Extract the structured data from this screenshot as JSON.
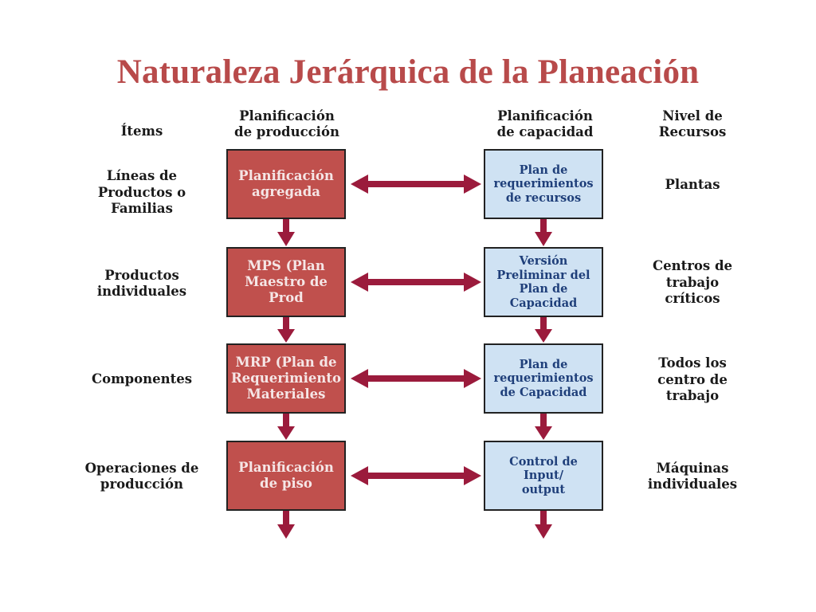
{
  "title": "Naturaleza Jerárquica de la Planeación",
  "headers": {
    "items": "Ítems",
    "production": "Planificación\nde producción",
    "capacity": "Planificación\nde capacidad",
    "resources": "Nivel de\nRecursos"
  },
  "rows": [
    {
      "item": "Líneas de\nProductos o\nFamilias",
      "production": "Planificación\nagregada",
      "capacity": "Plan de\nrequerimientos\nde recursos",
      "resource": "Plantas"
    },
    {
      "item": "Productos\nindividuales",
      "production": "MPS (Plan\nMaestro de\nProd",
      "capacity": "Versión\nPreliminar del\nPlan de\nCapacidad",
      "resource": "Centros de\ntrabajo\ncríticos"
    },
    {
      "item": "Componentes",
      "production": "MRP (Plan de\nRequerimiento\nMateriales",
      "capacity": "Plan de\nrequerimientos\nde Capacidad",
      "resource": "Todos los\ncentro de\ntrabajo"
    },
    {
      "item": "Operaciones de\nproducción",
      "production": "Planificación\nde piso",
      "capacity": "Control de\nInput/\noutput",
      "resource": "Máquinas\nindividuales"
    }
  ],
  "colors": {
    "title": "#b84a4a",
    "production_box": "#c0504d",
    "capacity_box": "#cfe2f3",
    "arrow": "#9b1b3c"
  }
}
